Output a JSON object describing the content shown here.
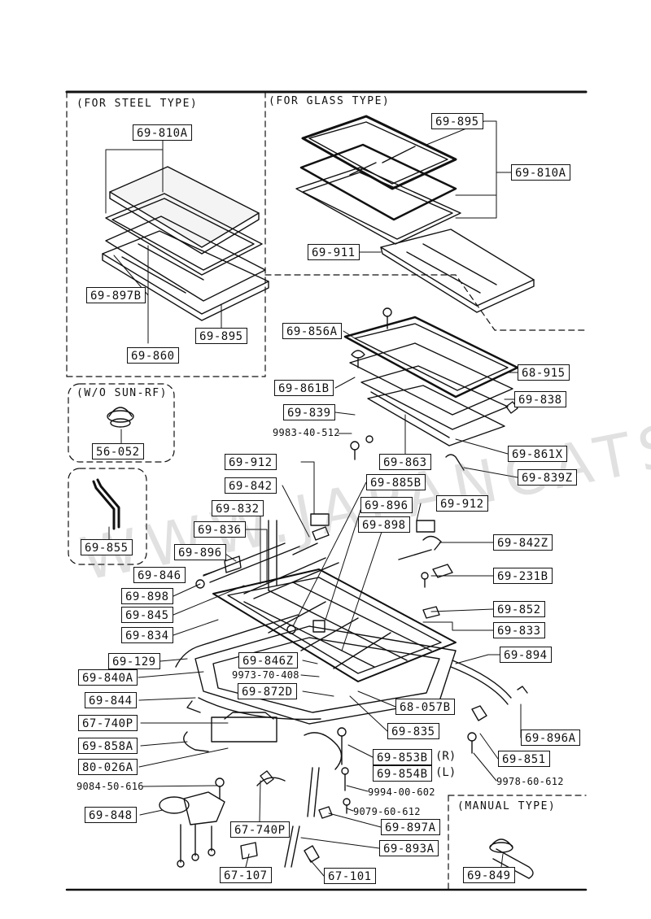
{
  "sections": {
    "steel_type": "(FOR STEEL TYPE)",
    "glass_type": "(FOR GLASS TYPE)",
    "without_sunroof": "(W/O SUN-RF)",
    "manual_type": "(MANUAL TYPE)"
  },
  "watermark": "WWW.JAPANCATS.RU",
  "parts": {
    "p810a_steel": "69-810A",
    "p897b": "69-897B",
    "p860": "69-860",
    "p895_steel": "69-895",
    "p895_glass": "69-895",
    "p810a_glass": "69-810A",
    "p911": "69-911",
    "p856a": "69-856A",
    "p915": "68-915",
    "p861b": "69-861B",
    "p838": "69-838",
    "p839": "69-839",
    "p9983": "9983-40-512",
    "p863": "69-863",
    "p861x": "69-861X",
    "p839z": "69-839Z",
    "p052": "56-052",
    "p855": "69-855",
    "p912a": "69-912",
    "p842": "69-842",
    "p885b": "69-885B",
    "p832": "69-832",
    "p896a": "69-896",
    "p912b": "69-912",
    "p898a": "69-898",
    "p836": "69-836",
    "p842z": "69-842Z",
    "p896b": "69-896",
    "p231b": "69-231B",
    "p846": "69-846",
    "p898b": "69-898",
    "p845": "69-845",
    "p852": "69-852",
    "p834": "69-834",
    "p833": "69-833",
    "p129": "69-129",
    "p846z": "69-846Z",
    "p894": "69-894",
    "p9973": "9973-70-408",
    "p840a": "69-840A",
    "p872d": "69-872D",
    "p844": "69-844",
    "p057b": "68-057B",
    "p896a2": "69-896A",
    "p740p_a": "67-740P",
    "p835": "69-835",
    "p851": "69-851",
    "p858a": "69-858A",
    "p853b": "69-853B",
    "p853b_side": "(R)",
    "p854b": "69-854B",
    "p854b_side": "(L)",
    "p9978": "9978-60-612",
    "p026a": "80-026A",
    "p9084": "9084-50-616",
    "p9994": "9994-00-602",
    "p848": "69-848",
    "p9079": "9079-60-612",
    "p897a": "69-897A",
    "p740p_b": "67-740P",
    "p893a": "69-893A",
    "p107": "67-107",
    "p101": "67-101",
    "p849": "69-849"
  }
}
